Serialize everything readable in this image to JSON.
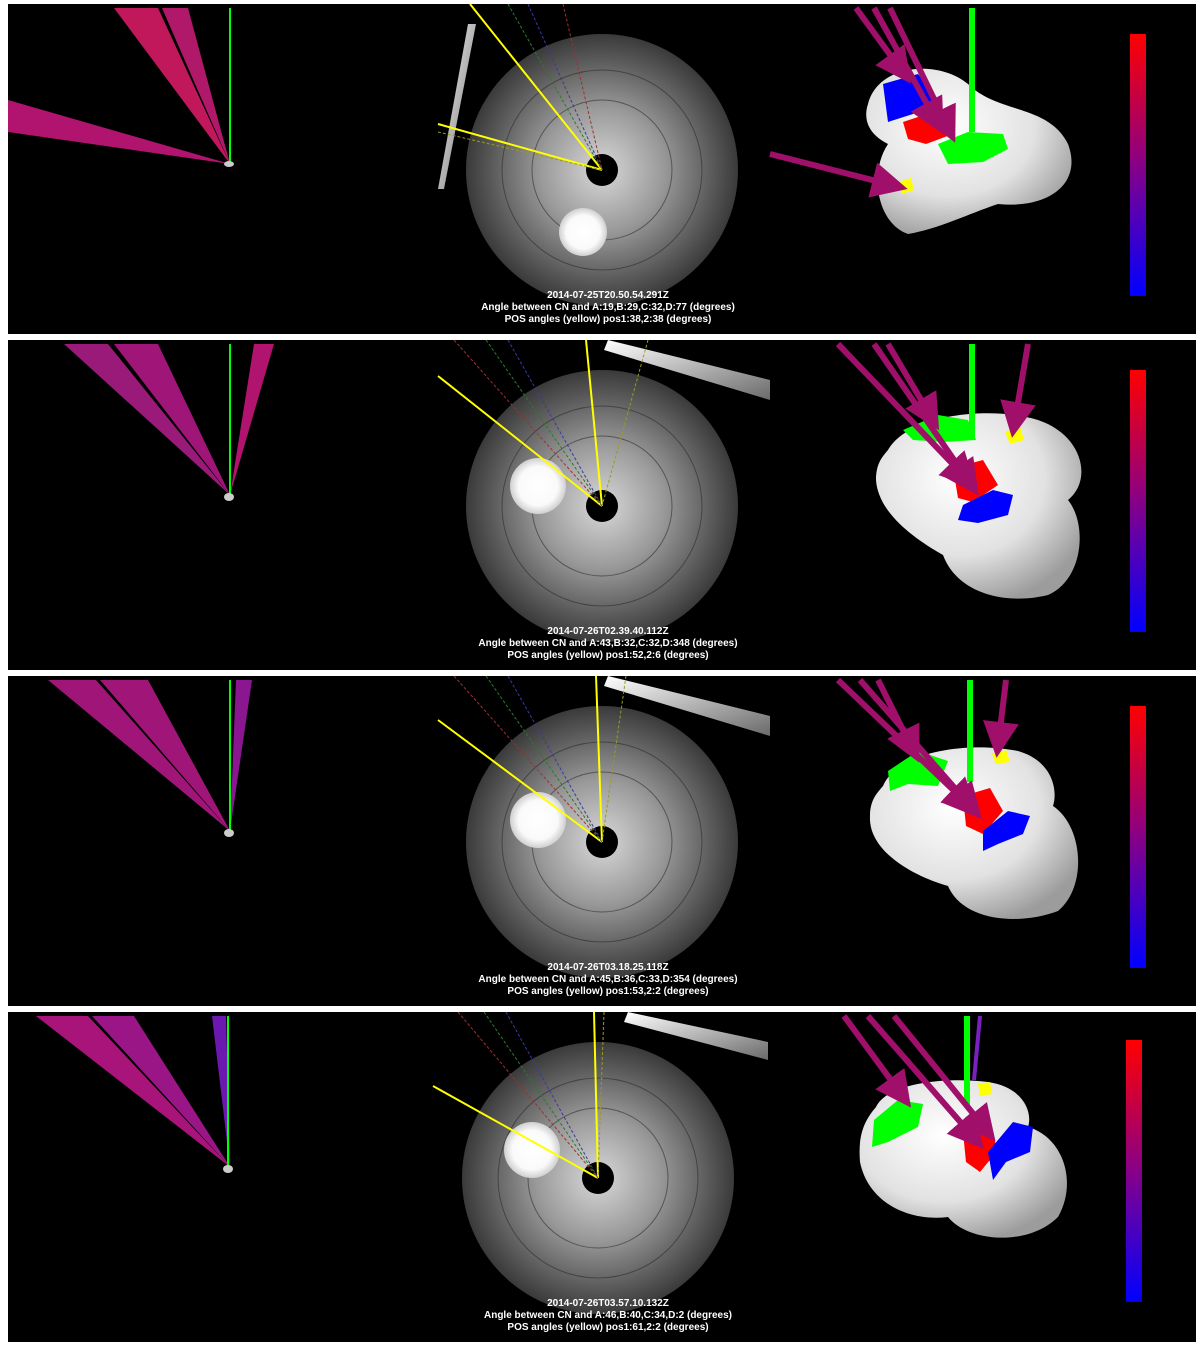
{
  "colors": {
    "background": "#000000",
    "separator": "#ffffff",
    "sun_line": "#ffff00",
    "comet_axis": "#00ff00",
    "region_red": "#ff0000",
    "region_blue": "#0000ff",
    "region_green": "#00ff00",
    "region_yellow": "#ffff00",
    "arrow": "#a0106a",
    "scale_top": "#ff0000",
    "scale_bottom": "#0000ff"
  },
  "icons": {
    "comet_nucleus": "comet-shape-icon",
    "coronagraph_disk": "coronagraph-image",
    "colorbar": "colorbar-scale"
  },
  "panels": [
    {
      "timestamp": "2014-07-25T20.50.54.291Z",
      "angles_line": "Angle between CN and A:19,B:29,C:32,D:77 (degrees)",
      "pos_line": "POS angles (yellow) pos1:38,2:38 (degrees)"
    },
    {
      "timestamp": "2014-07-26T02.39.40.112Z",
      "angles_line": "Angle between CN and A:43,B:32,C:32,D:348 (degrees)",
      "pos_line": "POS angles (yellow) pos1:52,2:6 (degrees)"
    },
    {
      "timestamp": "2014-07-26T03.18.25.118Z",
      "angles_line": "Angle between CN and A:45,B:36,C:33,D:354 (degrees)",
      "pos_line": "POS angles (yellow) pos1:53,2:2 (degrees)"
    },
    {
      "timestamp": "2014-07-26T03.57.10.132Z",
      "angles_line": "Angle between CN and A:46,B:40,C:34,D:2 (degrees)",
      "pos_line": "POS angles (yellow) pos1:61,2:2 (degrees)"
    }
  ]
}
